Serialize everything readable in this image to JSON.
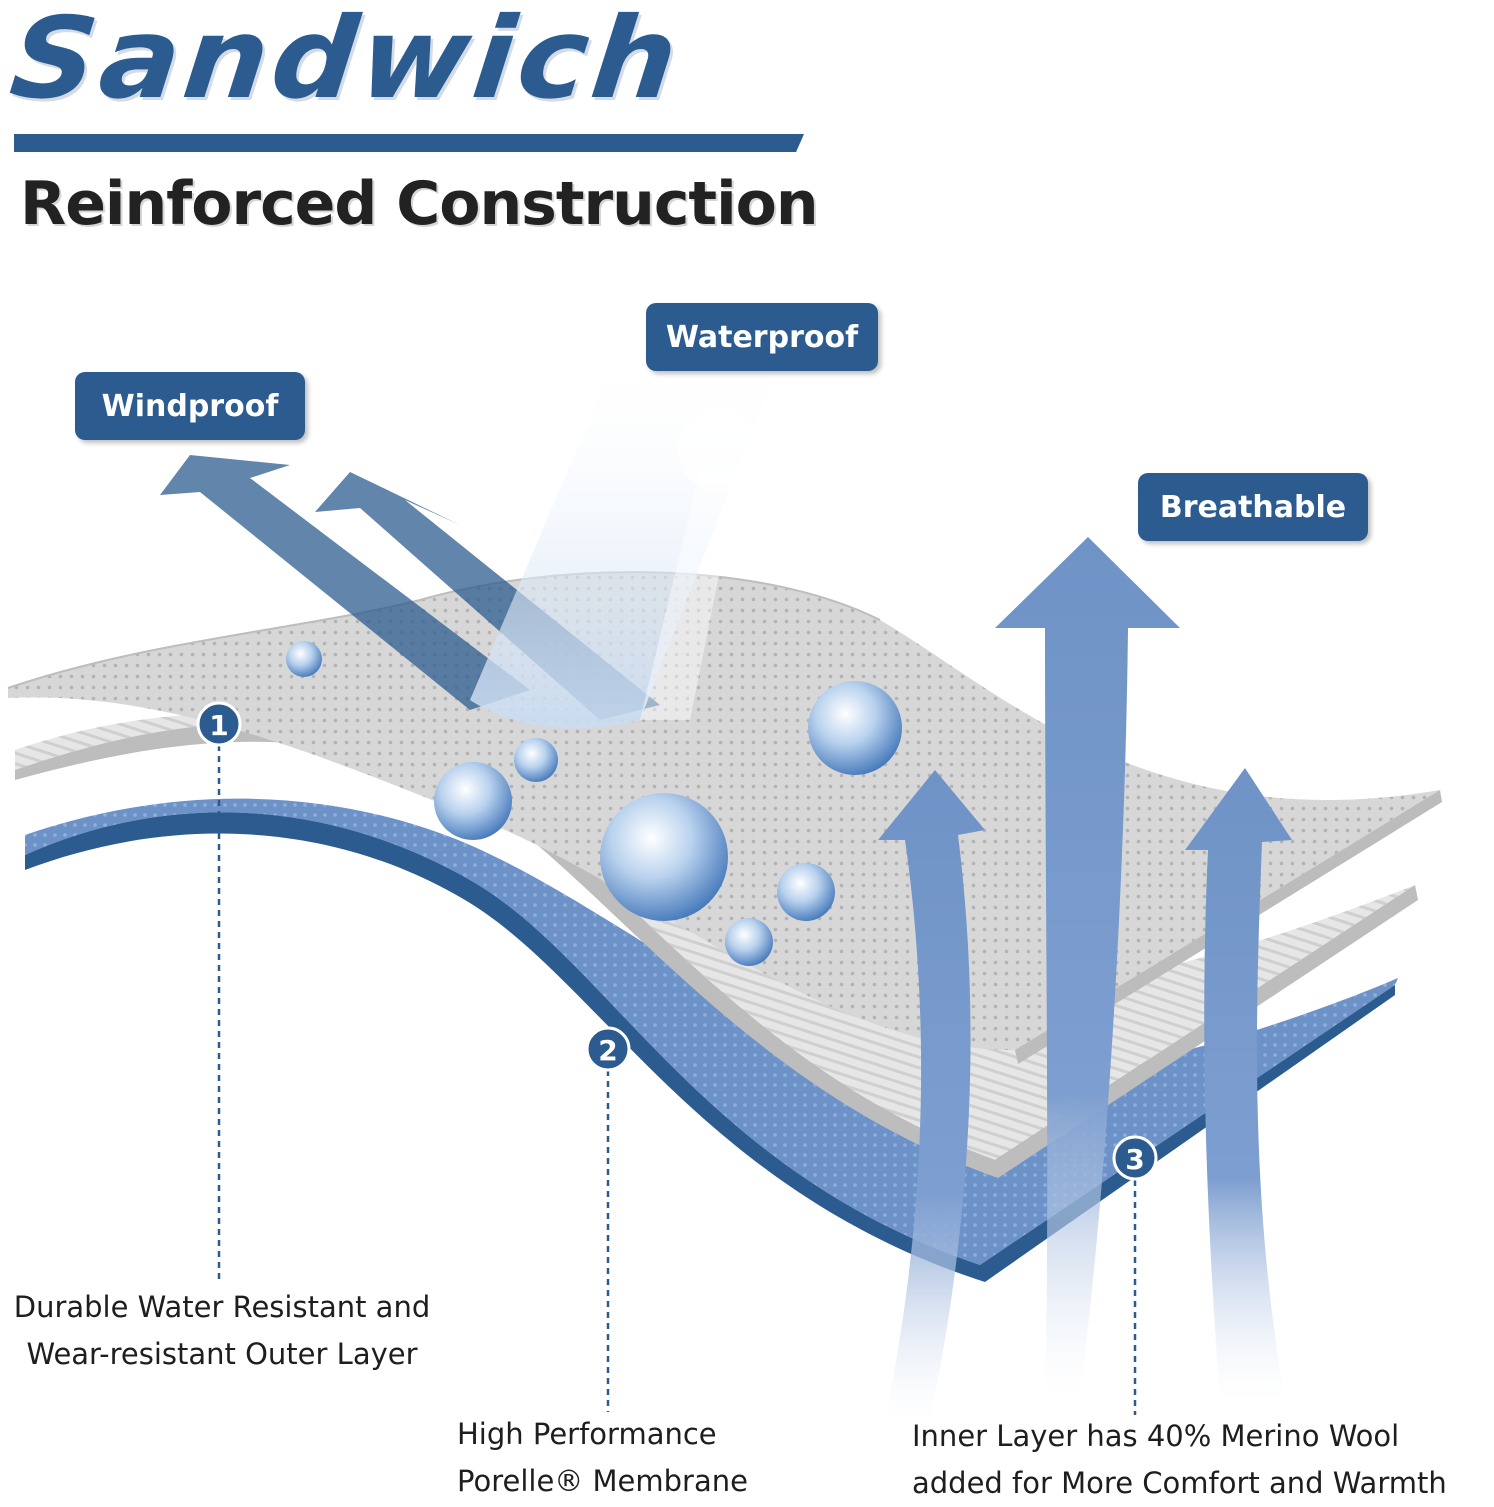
{
  "header": {
    "title": "Sandwich",
    "subtitle": "Reinforced Construction"
  },
  "badges": {
    "windproof": "Windproof",
    "waterproof": "Waterproof",
    "breathable": "Breathable"
  },
  "layers": [
    {
      "number": "1",
      "caption_line1": "Durable Water Resistant and",
      "caption_line2": "Wear-resistant Outer Layer"
    },
    {
      "number": "2",
      "caption_line1": "High Performance",
      "caption_line2": "Porelle® Membrane"
    },
    {
      "number": "3",
      "caption_line1": "Inner Layer has 40% Merino Wool",
      "caption_line2": "added for More Comfort and Warmth"
    }
  ],
  "colors": {
    "brand_blue": "#2c5c8f",
    "arrow_blue": "#6f93c6",
    "fabric_gray": "#d9d9d9",
    "inner_layer_blue": "#6a8fc6"
  }
}
